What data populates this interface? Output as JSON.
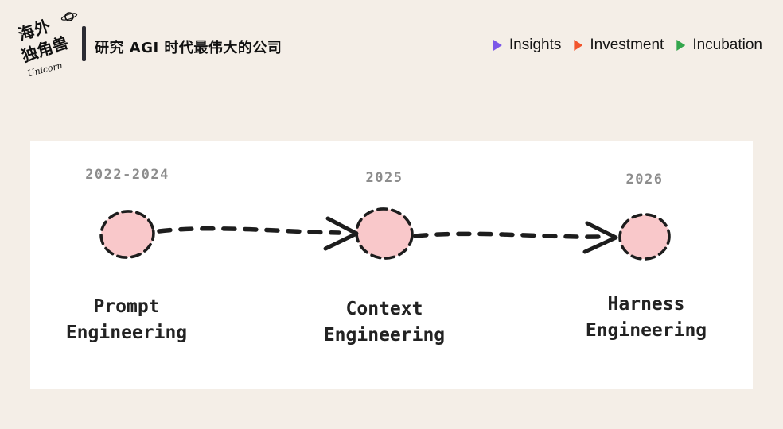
{
  "header": {
    "logo": {
      "line1": "海外",
      "line2": "独角兽",
      "script": "Unicorn"
    },
    "title": "研究 AGI 时代最伟大的公司",
    "nav": [
      {
        "label": "Insights",
        "color": "#7b57e8"
      },
      {
        "label": "Investment",
        "color": "#f2552c"
      },
      {
        "label": "Incubation",
        "color": "#33a64c"
      }
    ]
  },
  "timeline": {
    "ink_color": "#1d1d1d",
    "node_fill": "#f9c8ca",
    "nodes": [
      {
        "year": "2022-2024",
        "label": "Prompt\nEngineering"
      },
      {
        "year": "2025",
        "label": "Context\nEngineering"
      },
      {
        "year": "2026",
        "label": "Harness\nEngineering"
      }
    ]
  },
  "colors": {
    "page_bg": "#f4eee7",
    "panel_bg": "#ffffff"
  }
}
